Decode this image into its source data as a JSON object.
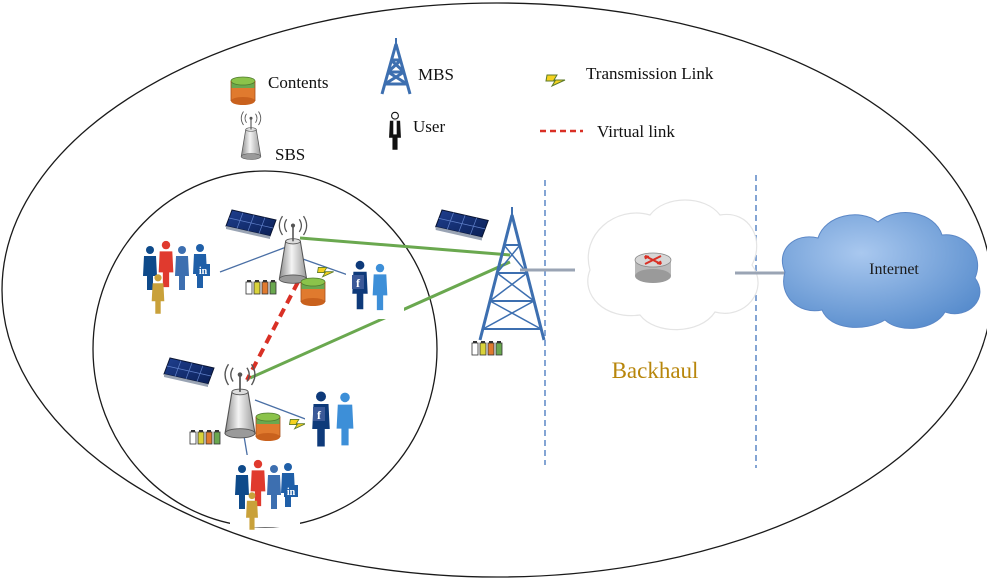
{
  "legend": {
    "contents": "Contents",
    "mbs": "MBS",
    "transmission_link": "Transmission Link",
    "user": "User",
    "virtual_link": "Virtual link",
    "sbs": "SBS"
  },
  "labels": {
    "backhaul": "Backhaul",
    "internet": "Internet"
  },
  "social_glyphs": {
    "facebook": "f",
    "linkedin": "in"
  },
  "colors": {
    "outline": "#1a1a1a",
    "transmission_link": "#6aa84f",
    "virtual_link": "#d93025",
    "mbs_tower": "#3d6fb0",
    "cloud": "#6f9fd8",
    "backhaul_text": "#b8860b",
    "divider": "#5b87c6",
    "storage_top": "#6aa84f",
    "storage_bottom": "#e07a2e"
  },
  "icons": [
    "storage-icon",
    "mbs-tower-icon",
    "user-icon",
    "sbs-icon",
    "lightning-icon",
    "solar-panel-icon",
    "router-icon",
    "cloud-icon",
    "battery-icon",
    "social-users-icon"
  ]
}
